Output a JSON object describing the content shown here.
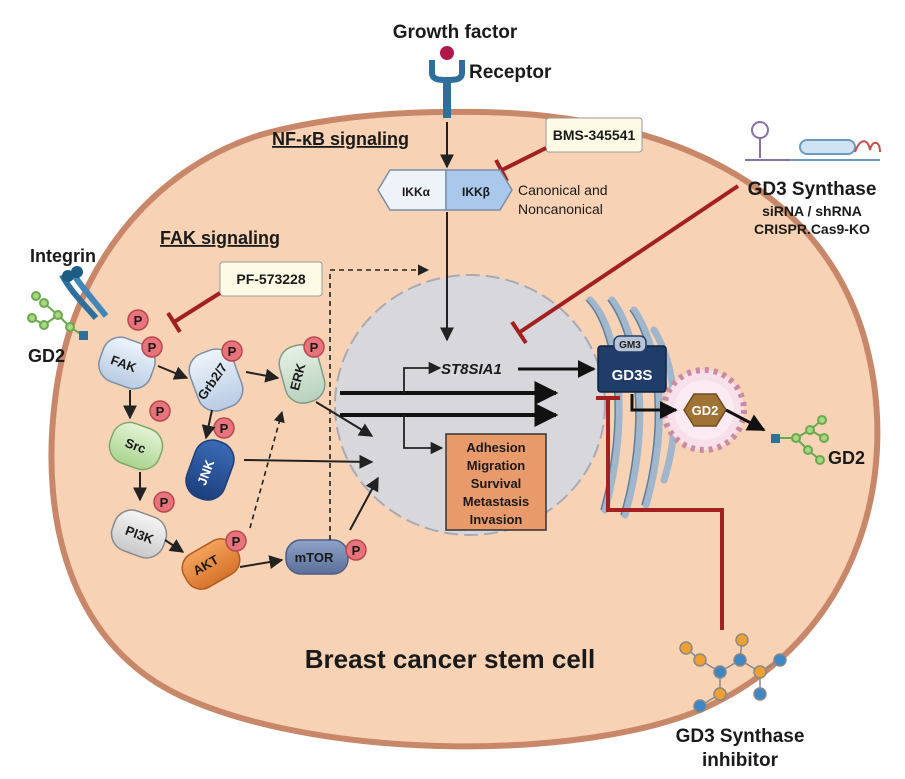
{
  "labels": {
    "growth_factor": "Growth factor",
    "receptor": "Receptor",
    "nfkb_signaling": "NF-κB signaling",
    "bms": "BMS-345541",
    "ikka": "IKKα",
    "ikkb": "IKKβ",
    "canonical_1": "Canonical and",
    "canonical_2": "Noncanonical",
    "fak_signaling": "FAK signaling",
    "pf": "PF-573228",
    "integrin": "Integrin",
    "gd2_left": "GD2",
    "gd2_right": "GD2",
    "gd2_vesicle": "GD2",
    "fak": "FAK",
    "src": "Src",
    "pi3k": "PI3K",
    "akt": "AKT",
    "mtor": "mTOR",
    "grb": "Grb2/7",
    "erk": "ERK",
    "jnk": "JNK",
    "p": "P",
    "st8sia1": "ST8SIA1",
    "outcomes": [
      "Adhesion",
      "Migration",
      "Survival",
      "Metastasis",
      "Invasion"
    ],
    "gm3": "GM3",
    "gd3s": "GD3S",
    "gd3_synthase": "GD3 Synthase",
    "sirna": "siRNA / shRNA",
    "crispr": "CRISPR.Cas9-KO",
    "cell_title": "Breast cancer stem cell",
    "inhibitor_1": "GD3 Synthase",
    "inhibitor_2": "inhibitor"
  },
  "colors": {
    "cell_fill": "#f7d2b4",
    "cell_border": "#c9876a",
    "nucleus": "#d8d8dc",
    "inhibit": "#a32020",
    "outcome_box": "#e89a6b",
    "phospho": "#e8737a",
    "gd3s": "#1f3d68"
  }
}
